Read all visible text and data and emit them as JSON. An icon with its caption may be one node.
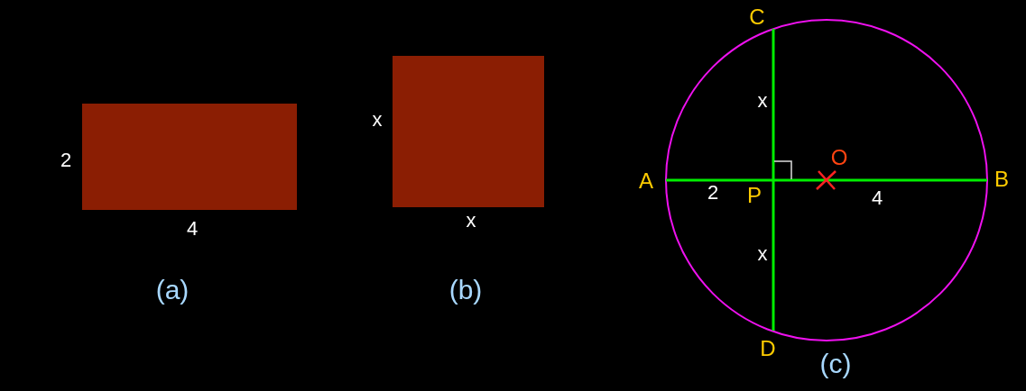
{
  "diagram": {
    "nodes": [
      {
        "text": [],
        "shape": "box"
      },
      {
        "text": [],
        "shape": "box"
      }
    ],
    "labels": [
      "2",
      "4",
      "(a)",
      "x",
      "x",
      "(b)",
      "C",
      "x",
      "O",
      "A",
      "2",
      "P",
      "B",
      "4",
      "x",
      "D",
      "(c)"
    ]
  }
}
